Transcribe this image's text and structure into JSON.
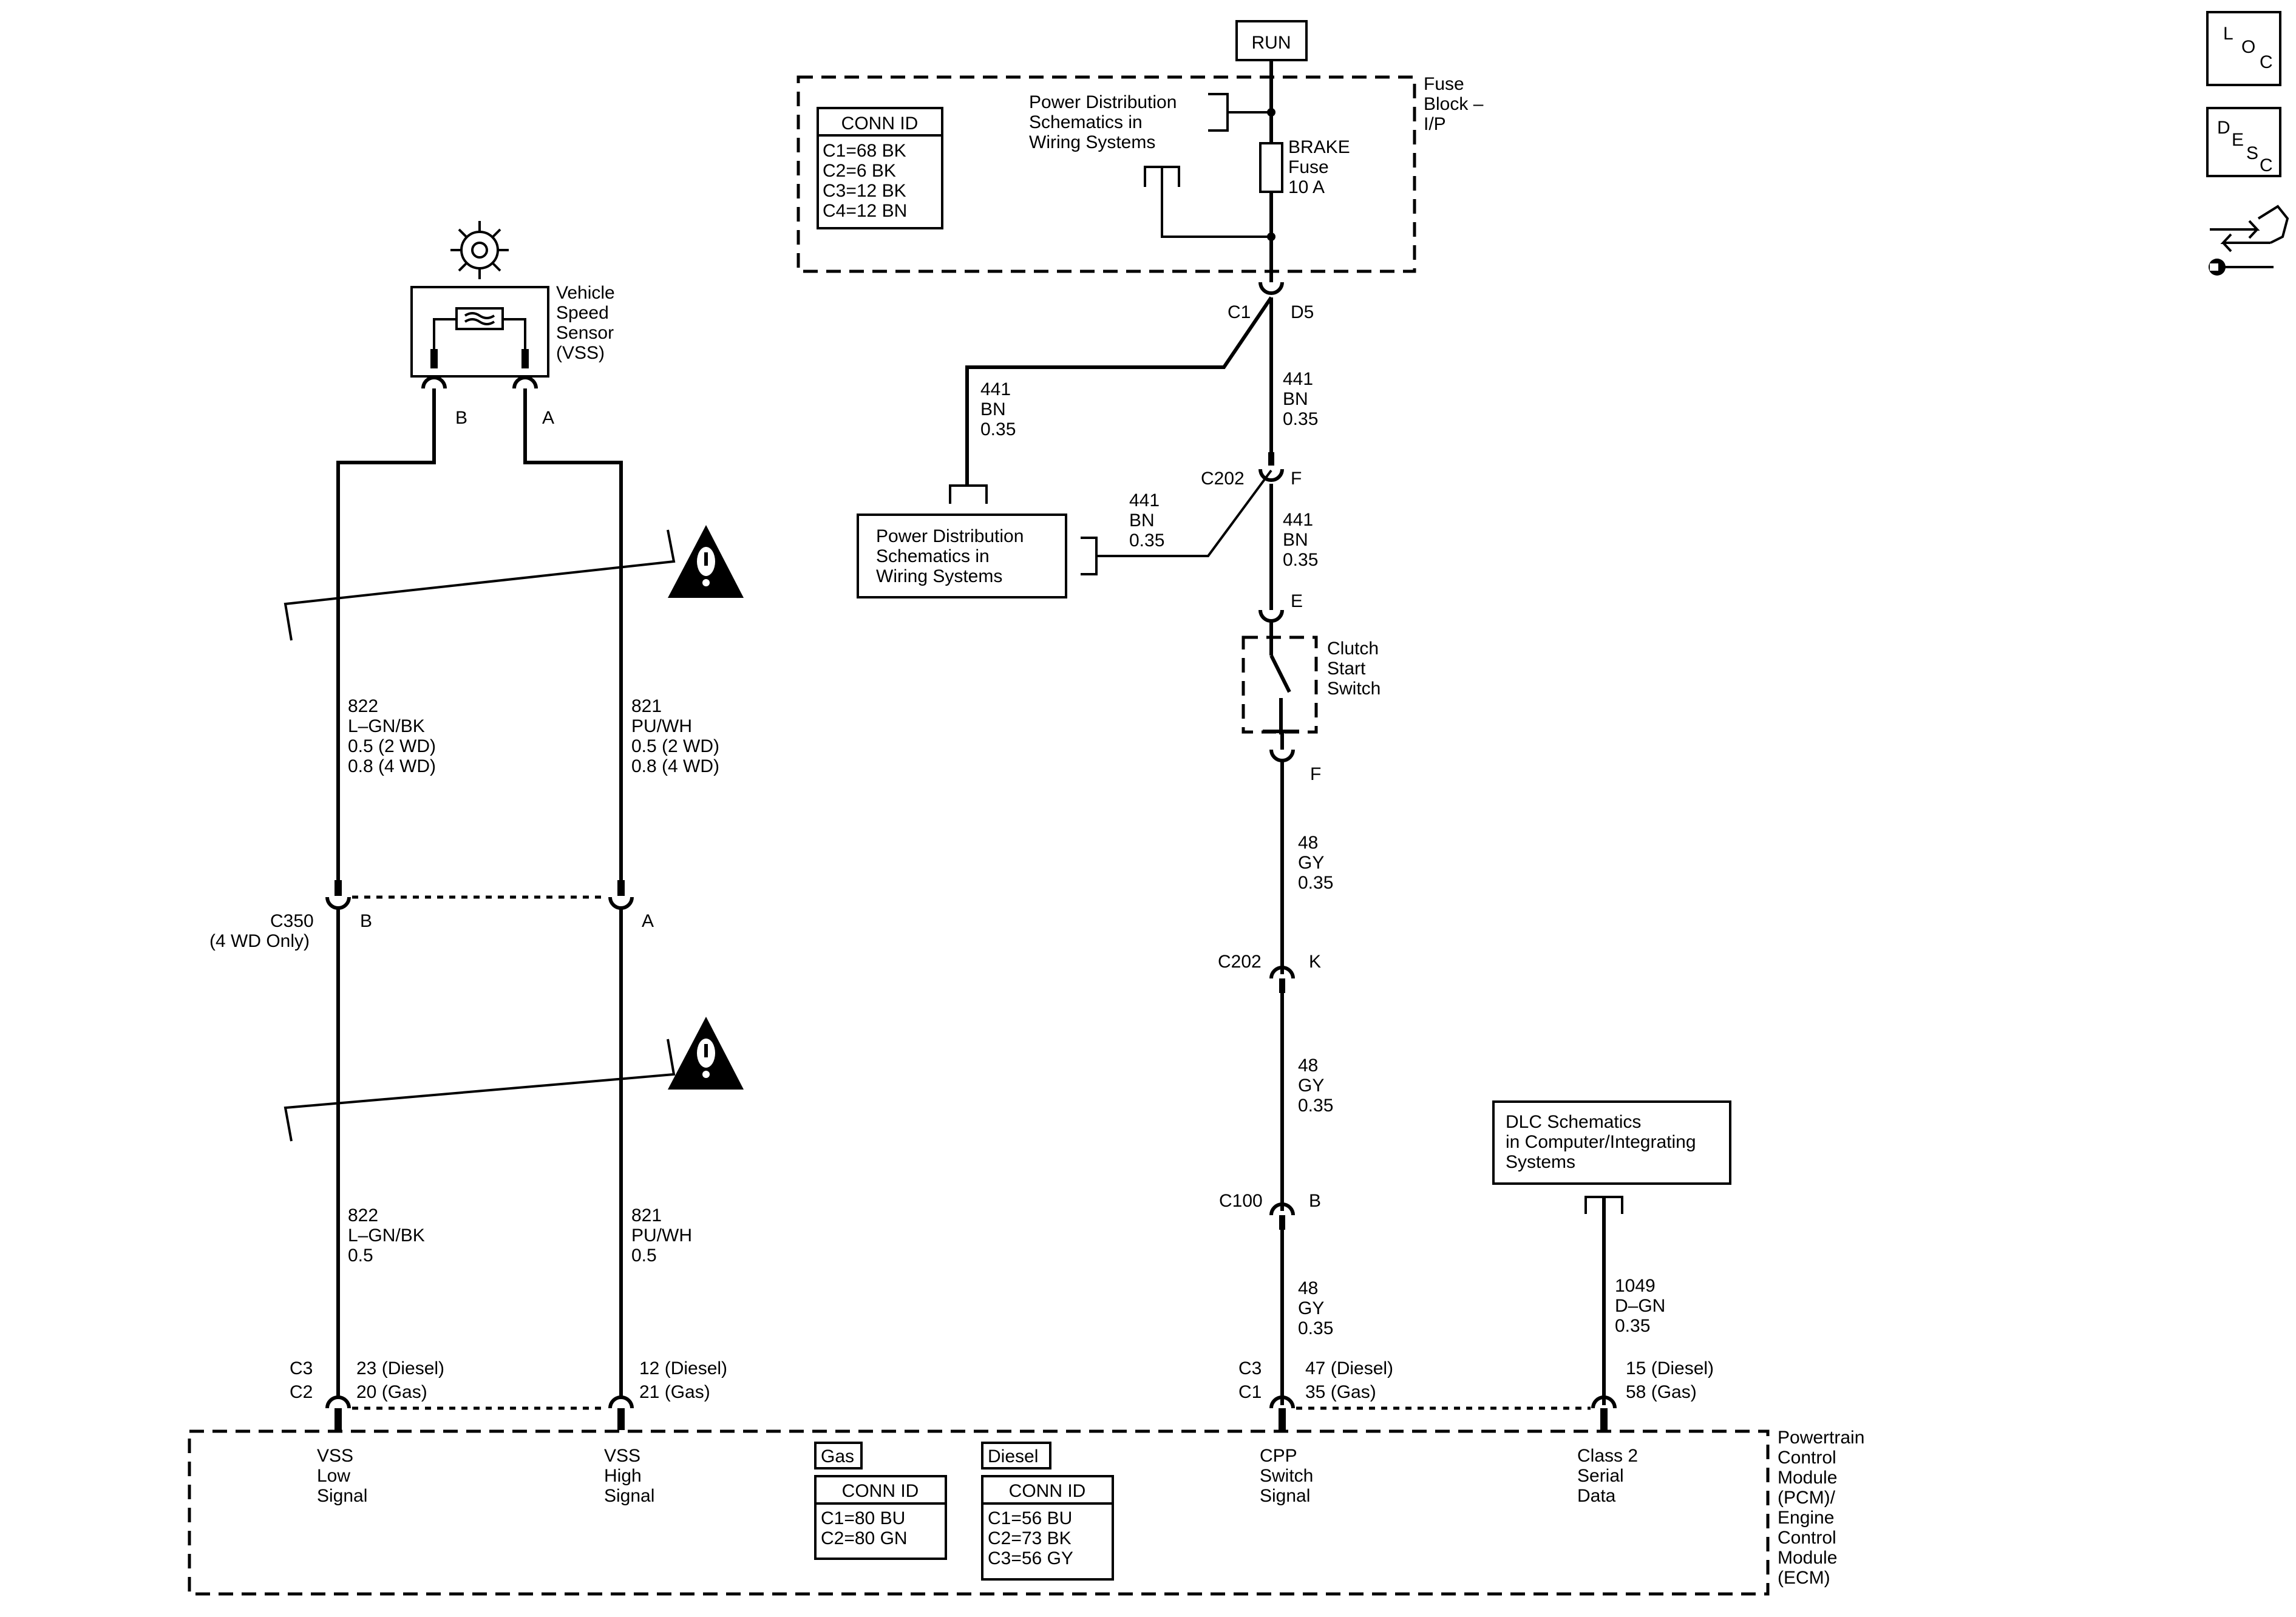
{
  "run_label": "RUN",
  "fuse_block": {
    "label": [
      "Fuse",
      "Block –",
      "I/P"
    ],
    "conn_id_header": "CONN ID",
    "conn_ids": [
      "C1=68 BK",
      "C2=6 BK",
      "C3=12 BK",
      "C4=12 BN"
    ],
    "power_dist_ref": [
      "Power Distribution",
      "Schematics in",
      "Wiring Systems"
    ],
    "fuse_label": [
      "BRAKE",
      "Fuse",
      "10 A"
    ]
  },
  "vss": {
    "label": [
      "Vehicle",
      "Speed",
      "Sensor",
      "(VSS)"
    ],
    "pin_b": "B",
    "pin_a": "A"
  },
  "connectors": {
    "c1_name": "C1",
    "c1_pin": "D5",
    "c202_name": "C202",
    "c202_pin_f": "F",
    "clutch_pin_e": "E",
    "clutch_pin_f": "F",
    "c202_pin_k": "K",
    "c100_name": "C100",
    "c100_pin": "B",
    "c350_name": "C350",
    "c350_note": "(4 WD Only)",
    "c350_pin_b": "B",
    "c350_pin_a": "A"
  },
  "wires": {
    "w441_a": [
      "441",
      "BN",
      "0.35"
    ],
    "w441_b": [
      "441",
      "BN",
      "0.35"
    ],
    "w441_c": [
      "441",
      "BN",
      "0.35"
    ],
    "w441_d": [
      "441",
      "BN",
      "0.35"
    ],
    "w48_a": [
      "48",
      "GY",
      "0.35"
    ],
    "w48_b": [
      "48",
      "GY",
      "0.35"
    ],
    "w48_c": [
      "48",
      "GY",
      "0.35"
    ],
    "w822_upper": [
      "822",
      "L–GN/BK",
      "0.5 (2 WD)",
      "0.8 (4 WD)"
    ],
    "w821_upper": [
      "821",
      "PU/WH",
      "0.5 (2 WD)",
      "0.8 (4 WD)"
    ],
    "w822_lower": [
      "822",
      "L–GN/BK",
      "0.5"
    ],
    "w821_lower": [
      "821",
      "PU/WH",
      "0.5"
    ],
    "w1049": [
      "1049",
      "D–GN",
      "0.35"
    ]
  },
  "power_dist_box": [
    "Power Distribution",
    "Schematics in",
    "Wiring Systems"
  ],
  "clutch_switch": [
    "Clutch",
    "Start",
    "Switch"
  ],
  "dlc_box": [
    "DLC Schematics",
    "in Computer/Integrating",
    "Systems"
  ],
  "pcm": {
    "label": [
      "Powertrain",
      "Control",
      "Module",
      "(PCM)/",
      "Engine",
      "Control",
      "Module",
      "(ECM)"
    ],
    "vss_low": [
      "VSS",
      "Low",
      "Signal"
    ],
    "vss_high": [
      "VSS",
      "High",
      "Signal"
    ],
    "cpp": [
      "CPP",
      "Switch",
      "Signal"
    ],
    "class2": [
      "Class 2",
      "Serial",
      "Data"
    ],
    "vss_low_conn": [
      "C3",
      "C2"
    ],
    "vss_low_pins": [
      "23 (Diesel)",
      "20 (Gas)"
    ],
    "vss_high_pins": [
      "12 (Diesel)",
      "21 (Gas)"
    ],
    "cpp_conn": [
      "C3",
      "C1"
    ],
    "cpp_pins": [
      "47 (Diesel)",
      "35 (Gas)"
    ],
    "class2_pins": [
      "15 (Diesel)",
      "58 (Gas)"
    ],
    "gas_label": "Gas",
    "diesel_label": "Diesel",
    "gas_conn_header": "CONN ID",
    "gas_conn": [
      "C1=80 BU",
      "C2=80 GN"
    ],
    "diesel_conn_header": "CONN ID",
    "diesel_conn": [
      "C1=56 BU",
      "C2=73 BK",
      "C3=56 GY"
    ]
  },
  "nav": {
    "loc": [
      "L",
      "O",
      "C"
    ],
    "desc": [
      "D",
      "E",
      "S",
      "C"
    ]
  }
}
